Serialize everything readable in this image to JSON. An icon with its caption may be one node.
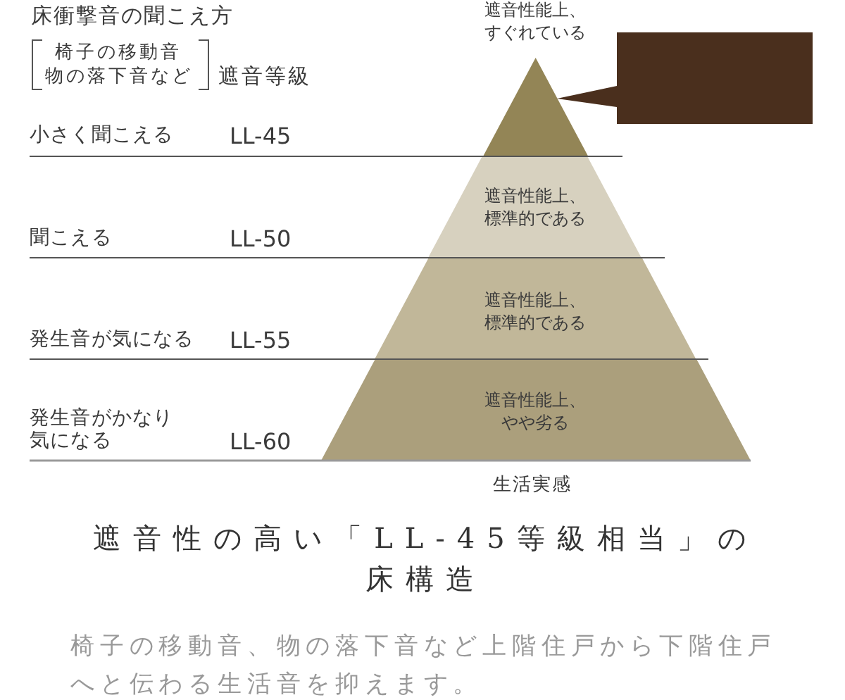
{
  "diagram": {
    "title": "遮音性の高い「LL-45等級相当」の床構造",
    "caption": "椅子の移動音、物の落下音など上階住戸から下階住戸へと伝わる生活音を抑えます。",
    "nodes": [
      {
        "text": [
          "遮音性能上、すぐれている"
        ]
      },
      {
        "text": [
          "遮音性能上、標準的である"
        ]
      },
      {
        "text": [
          "遮音性能上、標準的である"
        ]
      },
      {
        "text": [
          "遮音性能上、やや劣る"
        ]
      },
      {
        "text": [],
        "shape": "box"
      }
    ],
    "edges": [
      {
        "from": 4,
        "to": 0,
        "arrow": "none"
      }
    ],
    "labels": [
      "床衝撃音の聞こえ方",
      "椅子の移動音物の落下音など",
      "遮音等級",
      "小さく聞こえる",
      "LL-45",
      "聞こえる",
      "LL-50",
      "発生音が気になる",
      "LL-55",
      "発生音がかなり気になる",
      "LL-60",
      "生活実感"
    ]
  }
}
